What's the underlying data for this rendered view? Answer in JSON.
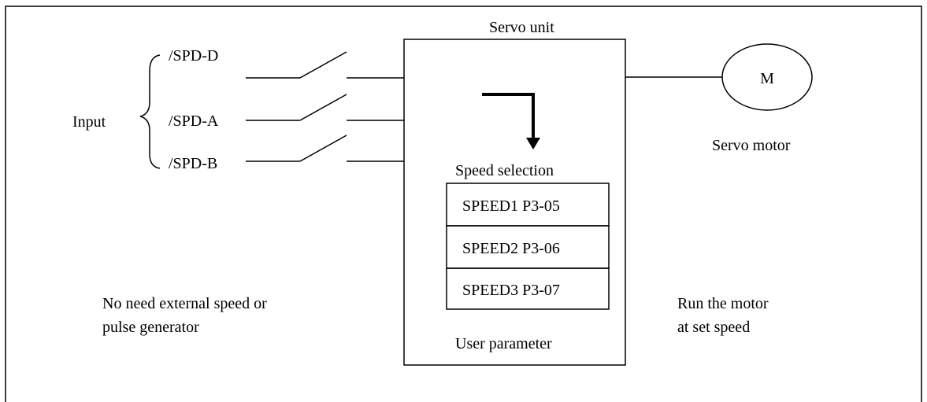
{
  "servo_unit": {
    "title": "Servo unit",
    "speed_selection_label": "Speed selection",
    "user_parameter_label": "User parameter",
    "speed_table": [
      "SPEED1 P3-05",
      "SPEED2 P3-06",
      "SPEED3 P3-07"
    ]
  },
  "inputs": {
    "group_label": "Input",
    "signals": [
      "/SPD-D",
      "/SPD-A",
      "/SPD-B"
    ]
  },
  "motor": {
    "symbol": "M",
    "label": "Servo motor"
  },
  "notes": {
    "left": [
      "No need external speed or",
      "pulse generator"
    ],
    "right": [
      "Run the motor",
      "at set speed"
    ]
  },
  "colors": {
    "line": "#000000",
    "background": "#ffffff"
  }
}
